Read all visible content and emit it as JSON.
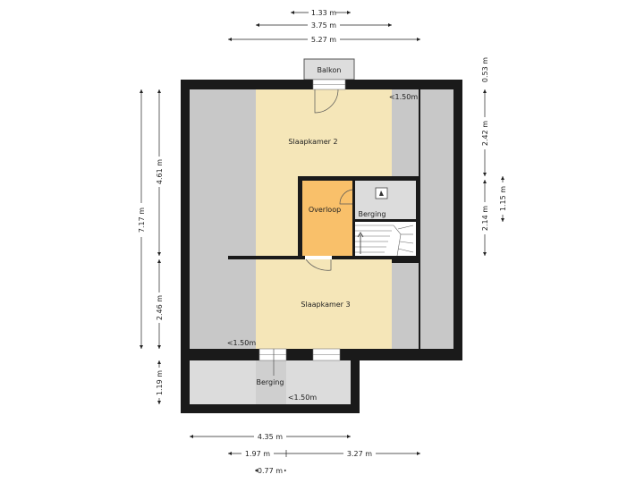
{
  "rooms": {
    "balkon": "Balkon",
    "slaapkamer2": "Slaapkamer 2",
    "overloop": "Overloop",
    "berging_upper": "Berging",
    "slaapkamer3": "Slaapkamer 3",
    "berging_lower": "Berging"
  },
  "height_notes": {
    "top_right": "<1.50m",
    "bottom_left": "<1.50m",
    "berging_lower": "<1.50m"
  },
  "dimensions": {
    "top_1": "1.33 m",
    "top_2": "3.75 m",
    "top_3": "5.27 m",
    "bottom_1": "4.35 m",
    "bottom_2a": "1.97 m",
    "bottom_2b": "3.27 m",
    "bottom_3": "0.77 m",
    "left_total": "7.17 m",
    "left_upper": "4.61 m",
    "left_middle": "2.46 m",
    "left_lower": "1.19 m",
    "right_balkon": "0.53 m",
    "right_upper": "2.42 m",
    "right_lower": "2.14 m",
    "right_stair": "1.15 m"
  },
  "colors": {
    "wall": "#1a1a1a",
    "roof_slope": "#c8c8c8",
    "bedroom": "#f5e6b8",
    "hall": "#f9c06a",
    "storage": "#dcdcdc",
    "balcony": "#dddddd"
  }
}
